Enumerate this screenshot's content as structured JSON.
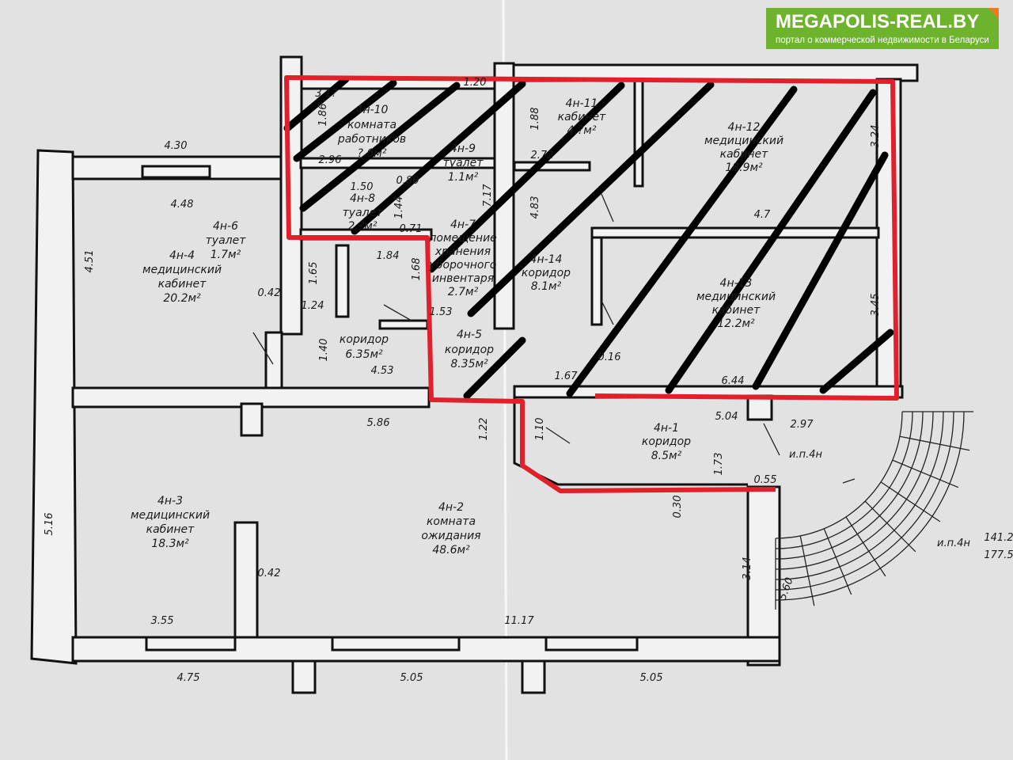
{
  "logo": {
    "title": "MEGAPOLIS-REAL.BY",
    "subtitle": "портал о коммерческой недвижимости в Беларуси",
    "brand_color": "#6db32c",
    "accent_color": "#ee7b1d"
  },
  "highlight_color": "#e0202a",
  "rooms": [
    {
      "id": "4н-10",
      "name": [
        "комната",
        "работников"
      ],
      "area": "?.6м²"
    },
    {
      "id": "4н-9",
      "name": [
        "туалет"
      ],
      "area": "1.1м²"
    },
    {
      "id": "4н-8",
      "name": [
        "туалет"
      ],
      "area": "2.?м²"
    },
    {
      "id": "4н-7",
      "name": [
        "помещение",
        "хранения",
        "уборочного",
        "инвентаря"
      ],
      "area": "2.7м²"
    },
    {
      "id": "4н-11",
      "name": [
        "кабинет"
      ],
      "area": "4.?м²"
    },
    {
      "id": "4н-12",
      "name": [
        "медицинский",
        "кабинет"
      ],
      "area": "18.9м²"
    },
    {
      "id": "4н-14",
      "name": [
        "коридор"
      ],
      "area": "8.1м²"
    },
    {
      "id": "4н-13",
      "name": [
        "медицинский",
        "кабинет"
      ],
      "area": "12.2м²"
    },
    {
      "id": "4н-6",
      "name": [
        "туалет"
      ],
      "area": "1.7м²"
    },
    {
      "id": "4н-4",
      "name": [
        "медицинский",
        "кабинет"
      ],
      "area": "20.2м²"
    },
    {
      "id": "",
      "name": [
        "коридор"
      ],
      "area": "6.35м²"
    },
    {
      "id": "4н-5",
      "name": [
        "коридор"
      ],
      "area": "8.35м²"
    },
    {
      "id": "4н-1",
      "name": [
        "коридор"
      ],
      "area": "8.5м²"
    },
    {
      "id": "4н-3",
      "name": [
        "медицинский",
        "кабинет"
      ],
      "area": "18.3м²"
    },
    {
      "id": "4н-2",
      "name": [
        "комната",
        "ожидания"
      ],
      "area": "48.6м²"
    }
  ],
  "dims": [
    "4.30",
    "4.48",
    "4.51",
    "0.42",
    "1.65",
    "1.24",
    "1.40",
    "4.53",
    "1.84",
    "1.68",
    "1.53",
    "5.86",
    "1.86",
    "3.1?",
    "2.96",
    "1.50",
    "1.44",
    "0.80",
    "0.71",
    "1.20",
    "7.17",
    "1.88",
    "2.72",
    "4.83",
    "3.24",
    "4.7",
    "3.45",
    "0.16",
    "1.67",
    "6.44",
    "1.22",
    "1.10",
    "5.04",
    "2.97",
    "1.73",
    "0.30",
    "0.55",
    "5.16",
    "0.42",
    "3.55",
    "11.17",
    "3.14",
    "5.60",
    "4.75",
    "5.05",
    "5.05"
  ],
  "entrance": {
    "label": "и.п.4н",
    "label2": "и.п.4н",
    "value1": "141.2",
    "value2": "177.5"
  }
}
